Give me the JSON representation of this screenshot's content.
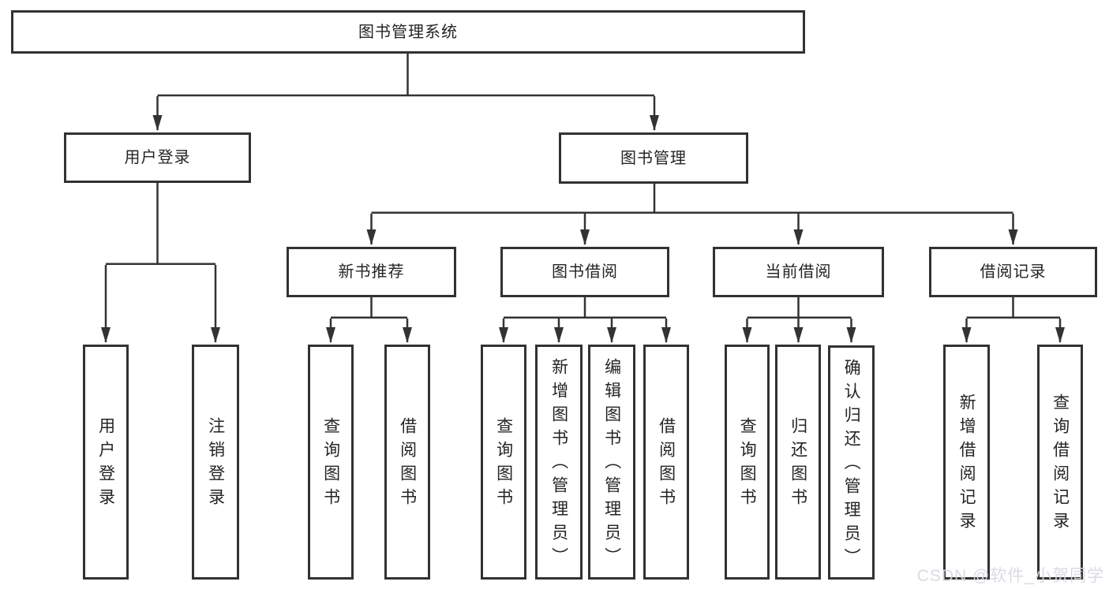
{
  "nodes": {
    "root": "图书管理系统",
    "user_login": "用户登录",
    "book_mgmt": "图书管理",
    "new_book_rec": "新书推荐",
    "book_borrow": "图书借阅",
    "current_borrow": "当前借阅",
    "borrow_records": "借阅记录",
    "leaf_user_login": "用户登录",
    "leaf_logout": "注销登录",
    "leaf_query_book_rec": "查询图书",
    "leaf_borrow_book_rec": "借阅图书",
    "leaf_query_book_borrow": "查询图书",
    "leaf_add_book_admin": "新增图书（管理员）",
    "leaf_edit_book_admin": "编辑图书（管理员）",
    "leaf_borrow_book_borrow": "借阅图书",
    "leaf_query_book_current": "查询图书",
    "leaf_return_book": "归还图书",
    "leaf_confirm_return_admin": "确认归还（管理员）",
    "leaf_add_borrow_record": "新增借阅记录",
    "leaf_query_borrow_record": "查询借阅记录"
  },
  "hierarchy": {
    "图书管理系统": {
      "用户登录": [
        "用户登录",
        "注销登录"
      ],
      "图书管理": {
        "新书推荐": [
          "查询图书",
          "借阅图书"
        ],
        "图书借阅": [
          "查询图书",
          "新增图书（管理员）",
          "编辑图书（管理员）",
          "借阅图书"
        ],
        "当前借阅": [
          "查询图书",
          "归还图书",
          "确认归还（管理员）"
        ],
        "借阅记录": [
          "新增借阅记录",
          "查询借阅记录"
        ]
      }
    }
  },
  "watermark": "CSDN @软件_小贺同学",
  "colors": {
    "box_border": "#323232",
    "connector": "#333333",
    "text": "#242424",
    "background": "#ffffff",
    "watermark": "#d8d8e0"
  }
}
